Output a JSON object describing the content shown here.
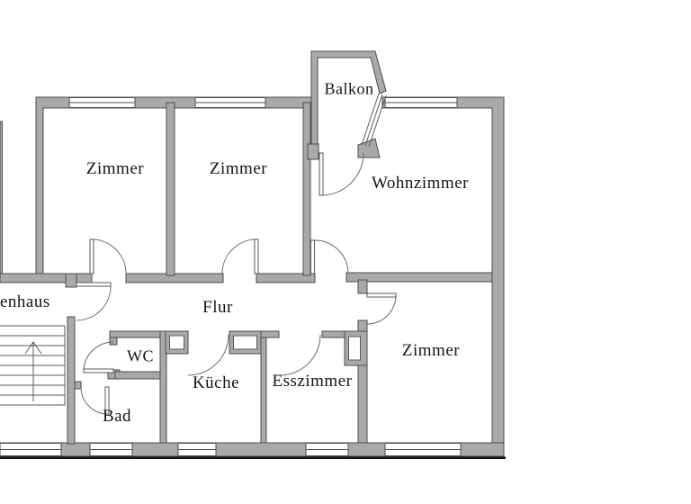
{
  "floorplan": {
    "rooms": {
      "zimmer_top_left": "Zimmer",
      "zimmer_top_middle": "Zimmer",
      "wohnzimmer": "Wohnzimmer",
      "balkon": "Balkon",
      "flur": "Flur",
      "treppenhaus_partial": "enhaus",
      "wc": "WC",
      "kueche": "Küche",
      "esszimmer": "Esszimmer",
      "bad": "Bad",
      "zimmer_right": "Zimmer"
    },
    "colors": {
      "wall_fill": "#a9a9a9",
      "wall_outline": "#4d4d4d",
      "background": "#ffffff",
      "text": "#151515"
    }
  }
}
